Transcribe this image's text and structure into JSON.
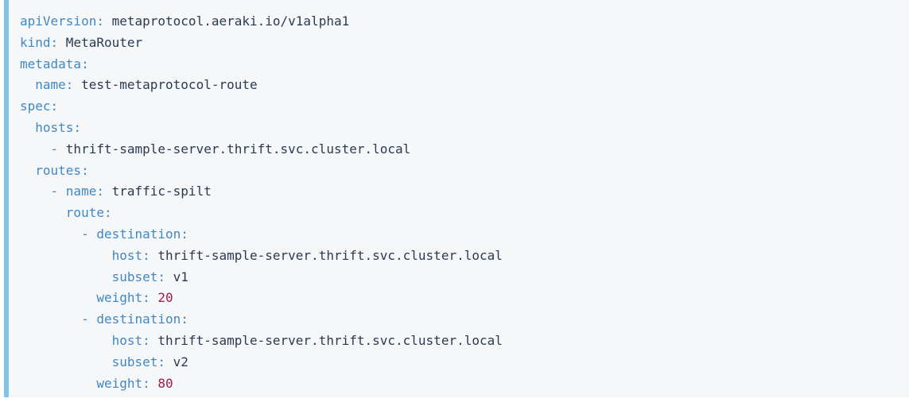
{
  "code_block": {
    "language": "yaml",
    "accent_color": "#7fc3e8",
    "background_color": "#f6f7f9",
    "key_color": "#3f88c5",
    "value_color": "#2b3a52",
    "number_color": "#a61b4a",
    "lines": [
      {
        "indent": "",
        "dash": "",
        "key": "apiVersion:",
        "value": " metaprotocol.aeraki.io/v1alpha1",
        "kind": "string"
      },
      {
        "indent": "",
        "dash": "",
        "key": "kind:",
        "value": " MetaRouter",
        "kind": "string"
      },
      {
        "indent": "",
        "dash": "",
        "key": "metadata:",
        "value": "",
        "kind": "none"
      },
      {
        "indent": "  ",
        "dash": "",
        "key": "name:",
        "value": " test-metaprotocol-route",
        "kind": "string"
      },
      {
        "indent": "",
        "dash": "",
        "key": "spec:",
        "value": "",
        "kind": "none"
      },
      {
        "indent": "  ",
        "dash": "",
        "key": "hosts:",
        "value": "",
        "kind": "none"
      },
      {
        "indent": "    ",
        "dash": "- ",
        "key": "",
        "value": "thrift-sample-server.thrift.svc.cluster.local",
        "kind": "string"
      },
      {
        "indent": "  ",
        "dash": "",
        "key": "routes:",
        "value": "",
        "kind": "none"
      },
      {
        "indent": "    ",
        "dash": "- ",
        "key": "name:",
        "value": " traffic-spilt",
        "kind": "string"
      },
      {
        "indent": "      ",
        "dash": "",
        "key": "route:",
        "value": "",
        "kind": "none"
      },
      {
        "indent": "        ",
        "dash": "- ",
        "key": "destination:",
        "value": "",
        "kind": "none"
      },
      {
        "indent": "            ",
        "dash": "",
        "key": "host:",
        "value": " thrift-sample-server.thrift.svc.cluster.local",
        "kind": "string"
      },
      {
        "indent": "            ",
        "dash": "",
        "key": "subset:",
        "value": " v1",
        "kind": "string"
      },
      {
        "indent": "          ",
        "dash": "",
        "key": "weight:",
        "value": " 20",
        "kind": "number"
      },
      {
        "indent": "        ",
        "dash": "- ",
        "key": "destination:",
        "value": "",
        "kind": "none"
      },
      {
        "indent": "            ",
        "dash": "",
        "key": "host:",
        "value": " thrift-sample-server.thrift.svc.cluster.local",
        "kind": "string"
      },
      {
        "indent": "            ",
        "dash": "",
        "key": "subset:",
        "value": " v2",
        "kind": "string"
      },
      {
        "indent": "          ",
        "dash": "",
        "key": "weight:",
        "value": " 80",
        "kind": "number"
      }
    ]
  }
}
